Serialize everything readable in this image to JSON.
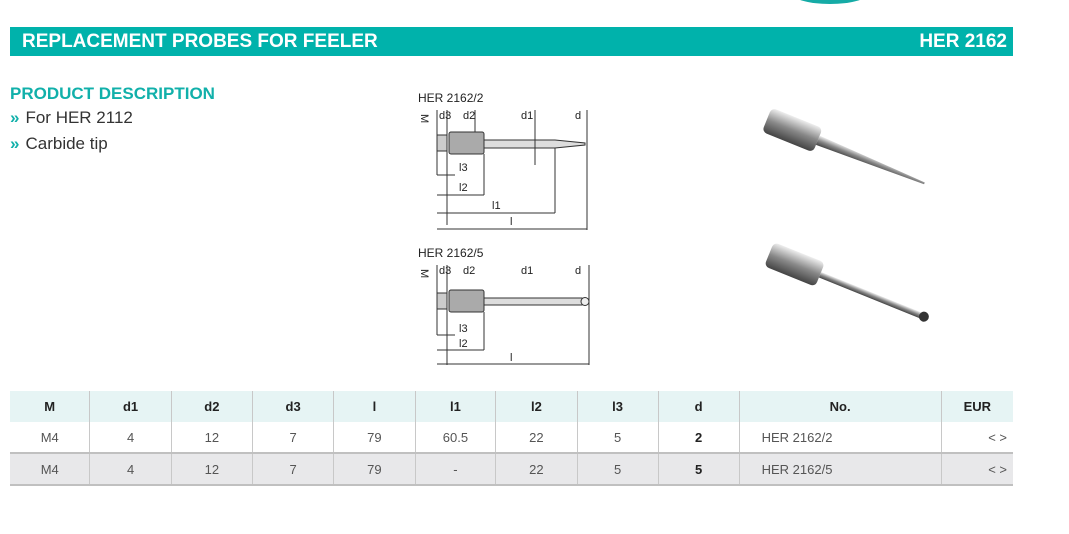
{
  "header": {
    "title": "REPLACEMENT PROBES FOR FEELER",
    "code": "HER 2162"
  },
  "description": {
    "heading": "PRODUCT DESCRIPTION",
    "bullets": [
      "For HER 2112",
      "Carbide tip"
    ]
  },
  "diagrams": [
    {
      "title": "HER 2162/2",
      "labels": {
        "M": "M",
        "d3": "d3",
        "d2": "d2",
        "d1": "d1",
        "d": "d",
        "l3": "l3",
        "l2": "l2",
        "l1": "l1",
        "l": "l"
      }
    },
    {
      "title": "HER 2162/5",
      "labels": {
        "M": "M",
        "d3": "d3",
        "d2": "d2",
        "d1": "d1",
        "d": "d",
        "l3": "l3",
        "l2": "l2",
        "l": "l"
      }
    }
  ],
  "table": {
    "headers": [
      "M",
      "d1",
      "d2",
      "d3",
      "l",
      "l1",
      "l2",
      "l3",
      "d",
      "No.",
      "EUR"
    ],
    "rows": [
      [
        "M4",
        "4",
        "12",
        "7",
        "79",
        "60.5",
        "22",
        "5",
        "2",
        "HER 2162/2",
        "< >"
      ],
      [
        "M4",
        "4",
        "12",
        "7",
        "79",
        "-",
        "22",
        "5",
        "5",
        "HER 2162/5",
        "< >"
      ]
    ]
  },
  "colors": {
    "accent": "#00b2ab"
  }
}
